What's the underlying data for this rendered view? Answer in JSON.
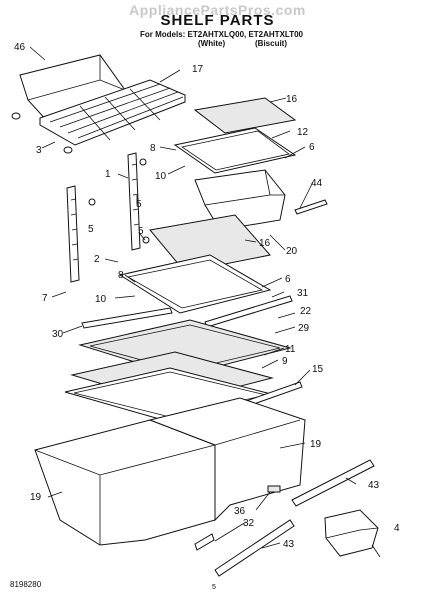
{
  "watermark": "AppliancePartsPros.com",
  "header": {
    "title": "SHELF PARTS",
    "subtitle": "For Models: ET2AHTXLQ00, ET2AHTXLT00",
    "color_white": "(White)",
    "color_biscuit": "(Biscuit)"
  },
  "footer": {
    "doc_number": "8198280",
    "page_number": "5"
  },
  "callouts": {
    "c46": "46",
    "c17": "17",
    "c3": "3",
    "c16a": "16",
    "c12": "12",
    "c8a": "8",
    "c6a": "6",
    "c10a": "10",
    "c1": "1",
    "c44": "44",
    "c5a": "5",
    "c5b": "5",
    "c5c": "5",
    "c16b": "16",
    "c20": "20",
    "c2": "2",
    "c8b": "8",
    "c6b": "6",
    "c7": "7",
    "c31": "31",
    "c10b": "10",
    "c22": "22",
    "c30": "30",
    "c29": "29",
    "c11": "11",
    "c9": "9",
    "c15": "15",
    "c19a": "19",
    "c19b": "19",
    "c43a": "43",
    "c36": "36",
    "c4": "4",
    "c32": "32",
    "c43b": "43"
  }
}
